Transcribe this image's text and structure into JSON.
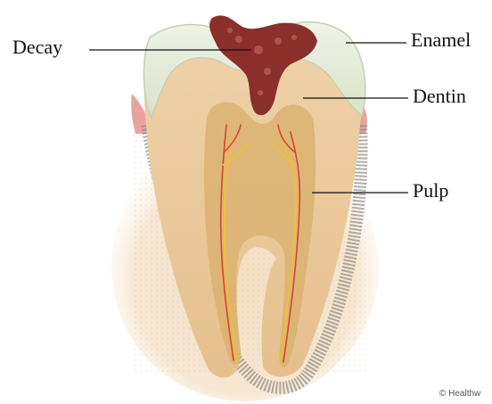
{
  "diagram": {
    "labels": {
      "decay": "Decay",
      "enamel": "Enamel",
      "dentin": "Dentin",
      "pulp": "Pulp"
    },
    "credit": "© Healthw"
  },
  "colors": {
    "enamel": "#e4ecd6",
    "dentin": "#e9caa0",
    "pulp": "#d9b06e",
    "decay": "#8a2f2a",
    "bone": "#f2dcc0",
    "gum": "#e8a3a0",
    "nerve_red": "#d8472b",
    "nerve_yellow": "#f0c030"
  }
}
